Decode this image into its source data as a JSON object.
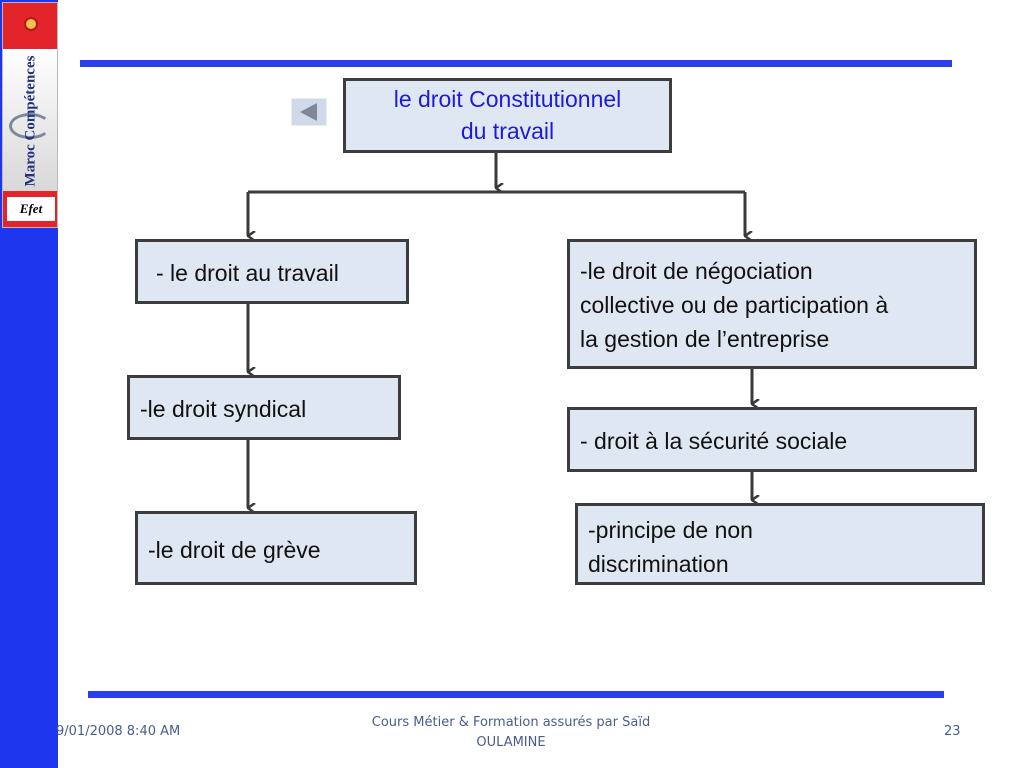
{
  "sidebar": {
    "logo": {
      "brand_text": "Maroc Compétences",
      "badge_text": "Efet"
    },
    "colors": {
      "bar": "#1e36ee",
      "accent_red": "#e3242b"
    }
  },
  "slide": {
    "back_button": {
      "icon": "triangle-left-icon"
    },
    "diagram": {
      "root": {
        "line1": "le droit  Constitutionnel",
        "line2": "du travail"
      },
      "left_branch": [
        {
          "text": "- le droit au travail"
        },
        {
          "text": "-le droit syndical"
        },
        {
          "text": "-le droit de grève"
        }
      ],
      "right_branch": [
        {
          "lines": [
            "-le droit de négociation",
            "collective ou de participation à",
            "la gestion de l’entreprise"
          ]
        },
        {
          "text": "- droit à la sécurité sociale"
        },
        {
          "lines": [
            "-principe de non",
            "discrimination"
          ]
        }
      ],
      "colors": {
        "box_fill": "#dfe7f2",
        "box_border": "#3d3d3d",
        "root_text": "#1c1cd8",
        "line": "#2a3ef0"
      }
    }
  },
  "footer": {
    "date": "9/01/2008 8:40 AM",
    "center_line1": "Cours Métier & Formation assurés  par Saïd",
    "center_line2": "OULAMINE",
    "page_number": "23"
  }
}
